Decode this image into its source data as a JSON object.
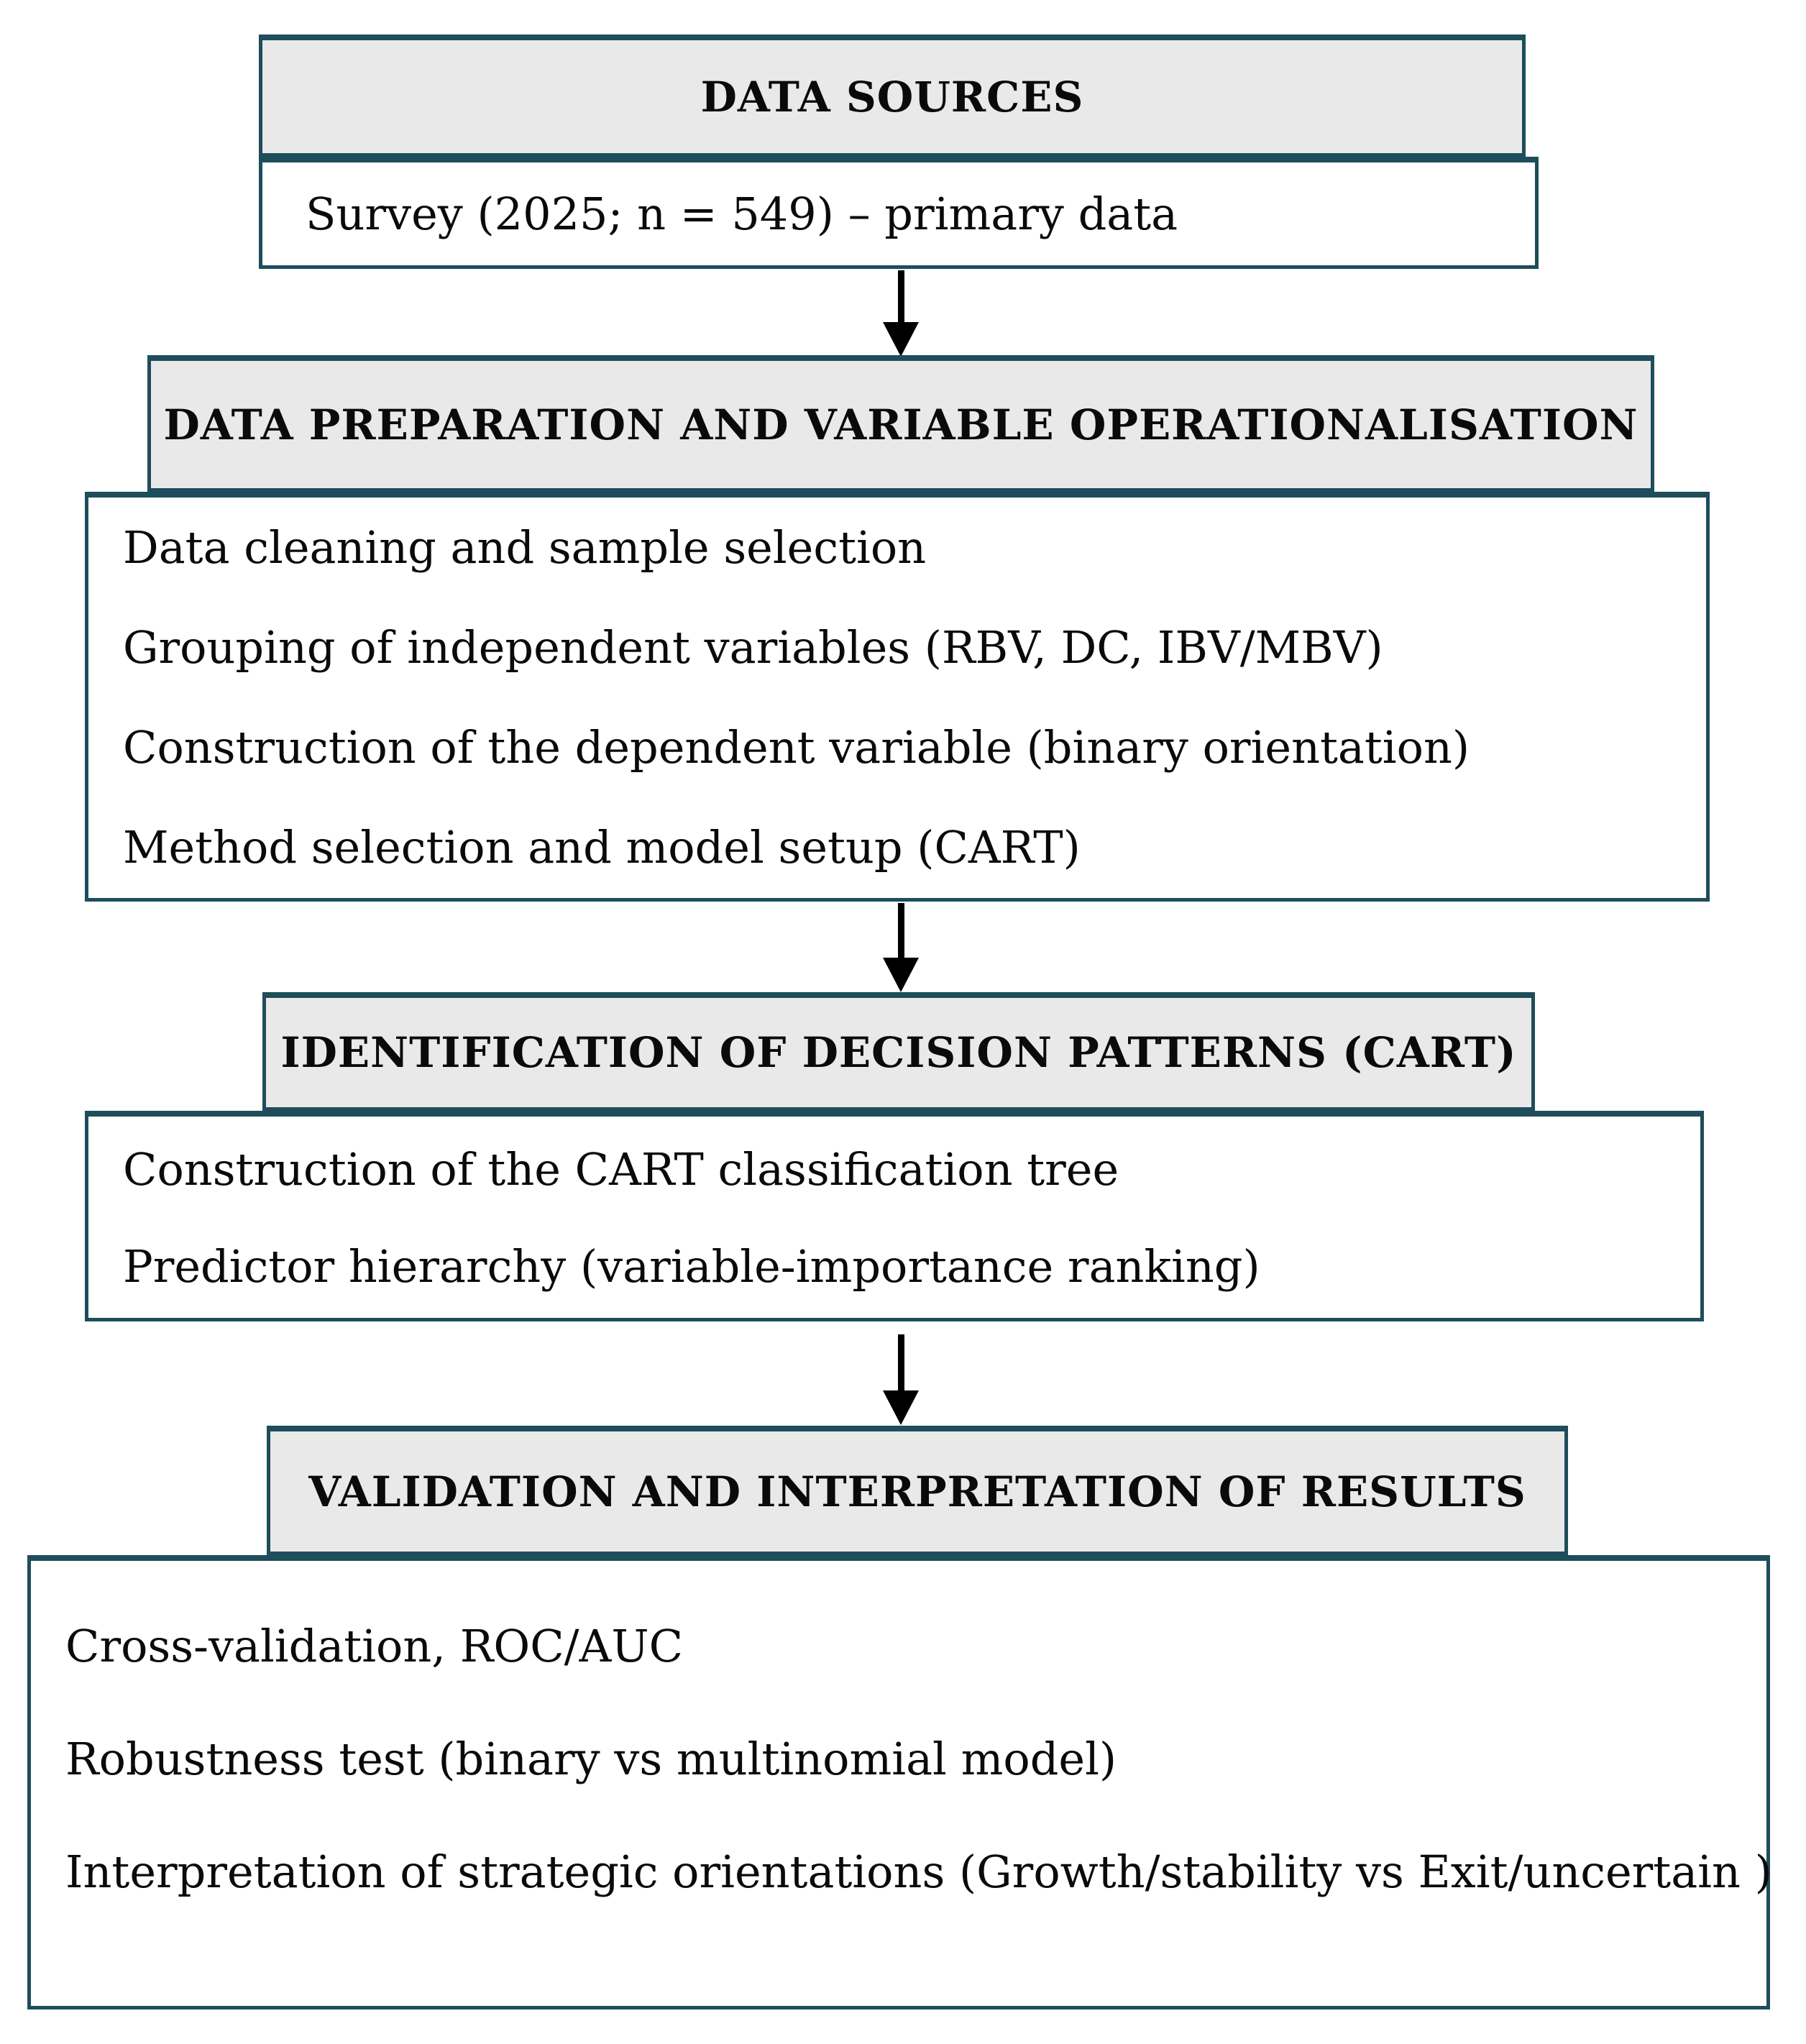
{
  "figure": {
    "type": "flowchart",
    "background_color": "#ffffff",
    "border_color": "#1e4d5b",
    "header_fill_color": "#e9e9e9",
    "body_fill_color": "#ffffff",
    "arrow_color": "#000000",
    "text_color": "#0a0a0a"
  },
  "sections": [
    {
      "title": "DATA SOURCES",
      "items": [
        "Survey (2025; n = 549) – primary data"
      ]
    },
    {
      "title": "DATA PREPARATION AND VARIABLE OPERATIONALISATION",
      "items": [
        "Data cleaning and sample selection",
        "Grouping of independent variables (RBV, DC, IBV/MBV)",
        "Construction of the dependent variable (binary orientation)",
        "Method selection and model setup (CART)"
      ]
    },
    {
      "title": "IDENTIFICATION OF DECISION PATTERNS (CART)",
      "items": [
        "Construction of the CART classification tree",
        "Predictor hierarchy (variable-importance ranking)"
      ]
    },
    {
      "title": "VALIDATION AND INTERPRETATION OF RESULTS",
      "items": [
        "Cross-validation, ROC/AUC",
        "Robustness test (binary vs multinomial model)",
        "Interpretation of strategic orientations (Growth/stability vs Exit/uncertain )"
      ]
    }
  ]
}
